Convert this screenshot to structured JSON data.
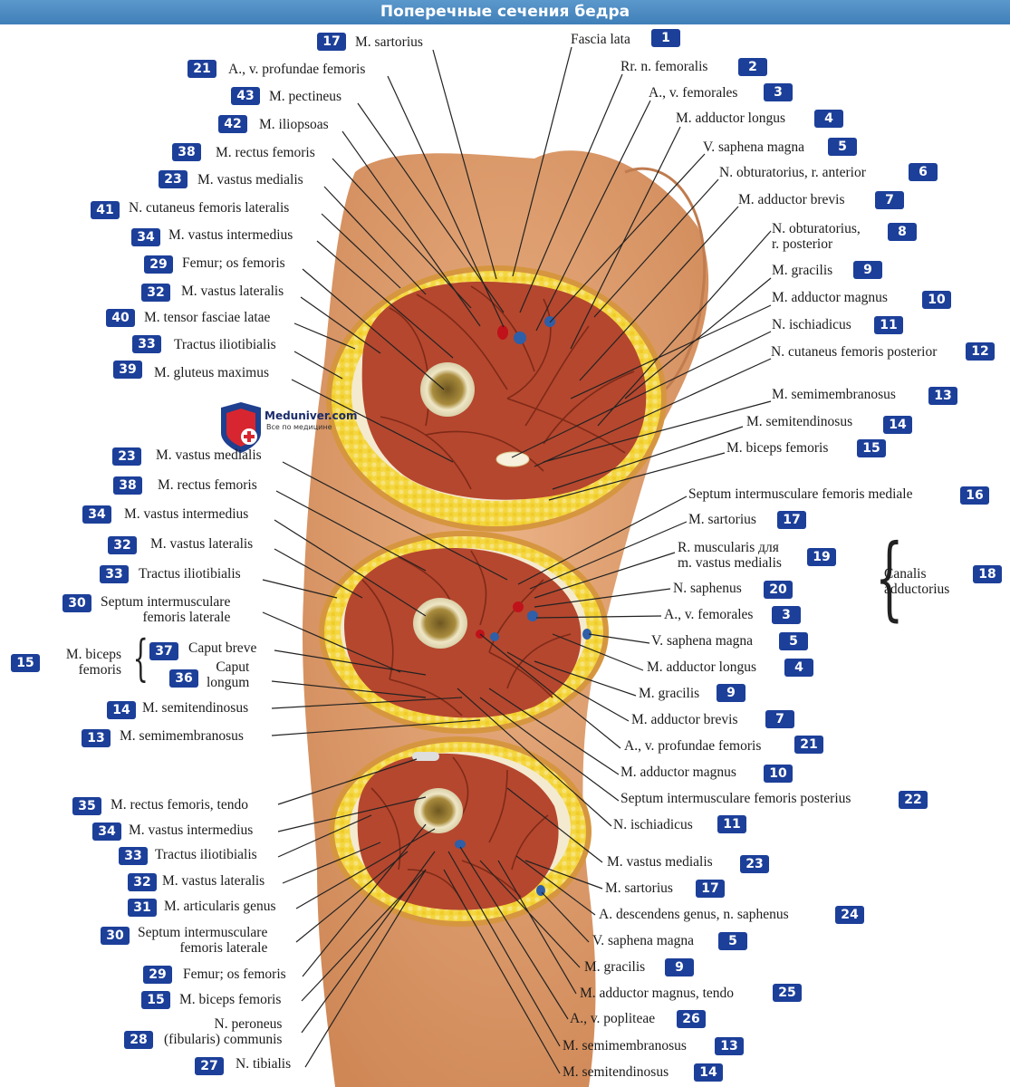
{
  "title": "Поперечные сечения бедра",
  "watermark": {
    "brand": "Meduniver.com",
    "tagline": "Все по медицине"
  },
  "colors": {
    "badge": "#1c3f99",
    "muscle": "#b84a30",
    "fat": "#f3d53a",
    "skin": "#e3a070"
  },
  "brace_labels": {
    "canalis": "Canalis adductorius",
    "biceps": "M. biceps femoris"
  },
  "labels": [
    {
      "text": "M. sartorius",
      "num": "17"
    },
    {
      "text": "A., v. profundae femoris",
      "num": "21"
    },
    {
      "text": "M. pectineus",
      "num": "43"
    },
    {
      "text": "M. iliopsoas",
      "num": "42"
    },
    {
      "text": "M. rectus femoris",
      "num": "38"
    },
    {
      "text": "M. vastus medialis",
      "num": "23"
    },
    {
      "text": "N. cutaneus femoris lateralis",
      "num": "41"
    },
    {
      "text": "M. vastus intermedius",
      "num": "34"
    },
    {
      "text": "Femur; os femoris",
      "num": "29"
    },
    {
      "text": "M. vastus lateralis",
      "num": "32"
    },
    {
      "text": "M. tensor fasciae latae",
      "num": "40"
    },
    {
      "text": "Tractus iliotibialis",
      "num": "33"
    },
    {
      "text": "M. gluteus maximus",
      "num": "39"
    },
    {
      "text": "Fascia lata",
      "num": "1"
    },
    {
      "text": "Rr. n. femoralis",
      "num": "2"
    },
    {
      "text": "A., v. femorales",
      "num": "3"
    },
    {
      "text": "M. adductor longus",
      "num": "4"
    },
    {
      "text": "V. saphena magna",
      "num": "5"
    },
    {
      "text": "N. obturatorius, r. anterior",
      "num": "6"
    },
    {
      "text": "M. adductor brevis",
      "num": "7"
    },
    {
      "text": "N. obturatorius,\nr. posterior",
      "num": "8"
    },
    {
      "text": "M. gracilis",
      "num": "9"
    },
    {
      "text": "M. adductor magnus",
      "num": "10"
    },
    {
      "text": "N. ischiadicus",
      "num": "11"
    },
    {
      "text": "N. cutaneus femoris posterior",
      "num": "12"
    },
    {
      "text": "M. semimembranosus",
      "num": "13"
    },
    {
      "text": "M. semitendinosus",
      "num": "14"
    },
    {
      "text": "M. biceps femoris",
      "num": "15"
    },
    {
      "text": "M. vastus medialis",
      "num": "23"
    },
    {
      "text": "M. rectus femoris",
      "num": "38"
    },
    {
      "text": "M. vastus intermedius",
      "num": "34"
    },
    {
      "text": "M. vastus lateralis",
      "num": "32"
    },
    {
      "text": "Tractus iliotibialis",
      "num": "33"
    },
    {
      "text": "Septum intermusculare\nfemoris laterale",
      "num": "30"
    },
    {
      "text": "Caput breve",
      "num": "37"
    },
    {
      "text": "Caput\nlongum",
      "num": "36"
    },
    {
      "text": "M. semitendinosus",
      "num": "14"
    },
    {
      "text": "M. semimembranosus",
      "num": "13"
    },
    {
      "text": "Septum intermusculare femoris mediale",
      "num": "16"
    },
    {
      "text": "M. sartorius",
      "num": "17"
    },
    {
      "text": "R. muscularis для\nm. vastus medialis",
      "num": "19"
    },
    {
      "text": "N. saphenus",
      "num": "20"
    },
    {
      "text": "A., v. femorales",
      "num": "3"
    },
    {
      "text": "V. saphena magna",
      "num": "5"
    },
    {
      "text": "M. adductor longus",
      "num": "4"
    },
    {
      "text": "M. gracilis",
      "num": "9"
    },
    {
      "text": "M. adductor brevis",
      "num": "7"
    },
    {
      "text": "A., v. profundae femoris",
      "num": "21"
    },
    {
      "text": "M. adductor magnus",
      "num": "10"
    },
    {
      "text": "Septum intermusculare femoris posterius",
      "num": "22"
    },
    {
      "text": "N. ischiadicus",
      "num": "11"
    },
    {
      "text": "M. rectus femoris, tendo",
      "num": "35"
    },
    {
      "text": "M. vastus intermedius",
      "num": "34"
    },
    {
      "text": "Tractus iliotibialis",
      "num": "33"
    },
    {
      "text": "M. vastus lateralis",
      "num": "32"
    },
    {
      "text": "M. articularis genus",
      "num": "31"
    },
    {
      "text": "Septum intermusculare\nfemoris laterale",
      "num": "30"
    },
    {
      "text": "Femur; os femoris",
      "num": "29"
    },
    {
      "text": "M. biceps femoris",
      "num": "15"
    },
    {
      "text": "N. peroneus\n(fibularis) communis",
      "num": "28"
    },
    {
      "text": "N. tibialis",
      "num": "27"
    },
    {
      "text": "M. vastus medialis",
      "num": "23"
    },
    {
      "text": "M. sartorius",
      "num": "17"
    },
    {
      "text": "A. descendens genus, n. saphenus",
      "num": "24"
    },
    {
      "text": "V. saphena magna",
      "num": "5"
    },
    {
      "text": "M. gracilis",
      "num": "9"
    },
    {
      "text": "M. adductor magnus, tendo",
      "num": "25"
    },
    {
      "text": "A., v. popliteae",
      "num": "26"
    },
    {
      "text": "M. semimembranosus",
      "num": "13"
    },
    {
      "text": "M. semitendinosus",
      "num": "14"
    }
  ]
}
